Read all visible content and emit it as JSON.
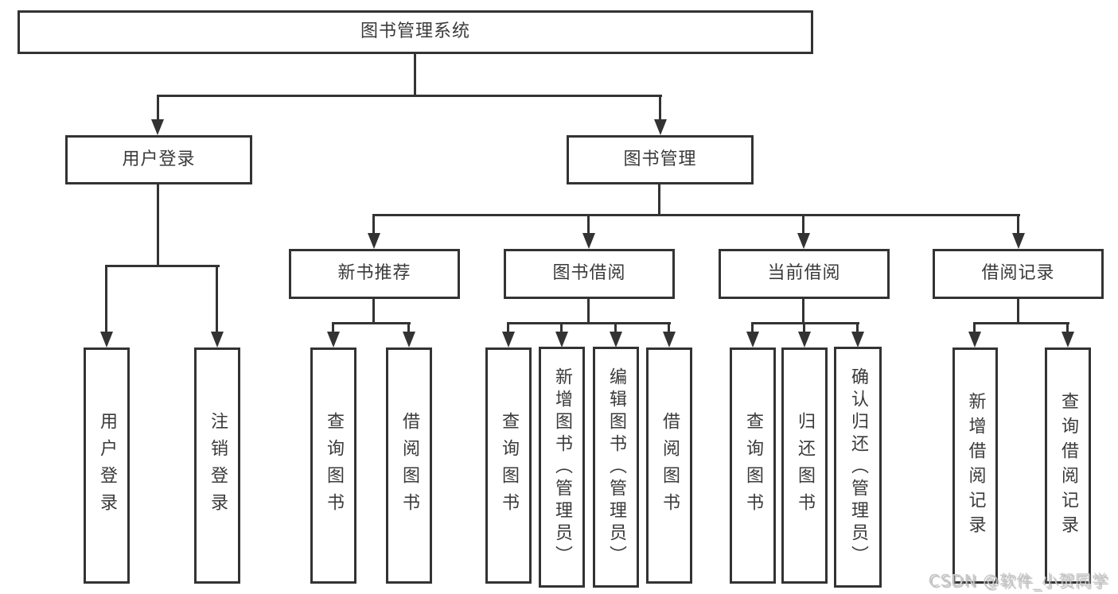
{
  "diagram": {
    "kind": "functional-structure-tree",
    "tree": {
      "root": {
        "label": "图书管理系统",
        "children": [
          {
            "label": "用户登录",
            "children": [
              {
                "label": "用户登录"
              },
              {
                "label": "注销登录"
              }
            ]
          },
          {
            "label": "图书管理",
            "children": [
              {
                "label": "新书推荐",
                "children": [
                  {
                    "label": "查询图书"
                  },
                  {
                    "label": "借阅图书"
                  }
                ]
              },
              {
                "label": "图书借阅",
                "children": [
                  {
                    "label": "查询图书"
                  },
                  {
                    "label": "新增图书（管理员）"
                  },
                  {
                    "label": "编辑图书（管理员）"
                  },
                  {
                    "label": "借阅图书"
                  }
                ]
              },
              {
                "label": "当前借阅",
                "children": [
                  {
                    "label": "查询图书"
                  },
                  {
                    "label": "归还图书"
                  },
                  {
                    "label": "确认归还（管理员）"
                  }
                ]
              },
              {
                "label": "借阅记录",
                "children": [
                  {
                    "label": "新增借阅记录"
                  },
                  {
                    "label": "查询借阅记录"
                  }
                ]
              }
            ]
          }
        ]
      }
    }
  },
  "watermark": {
    "text": "CSDN @软件_小贺同学"
  },
  "colors": {
    "line": "#333333",
    "text": "#3a3a3a",
    "background": "#ffffff",
    "watermark": "#c8c8c8"
  }
}
